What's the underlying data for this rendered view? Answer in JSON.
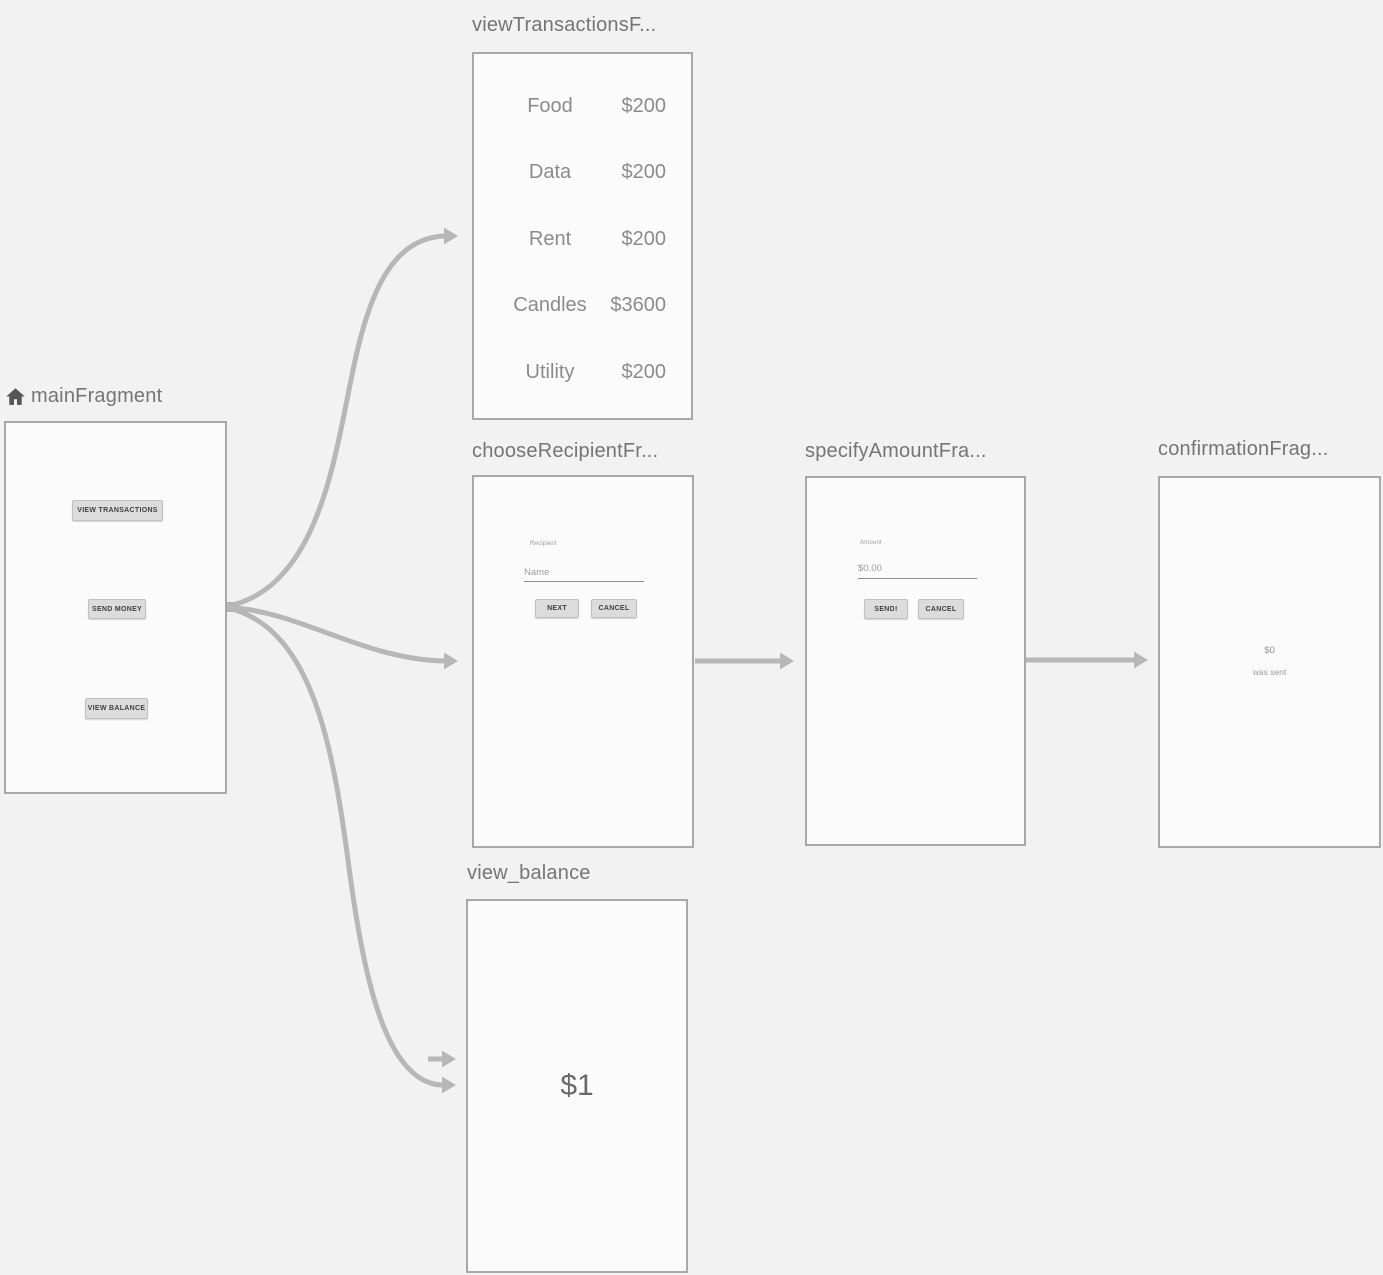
{
  "colors": {
    "background": "#f2f2f2",
    "card_background": "#fbfbfb",
    "card_border": "#a8a8a8",
    "arrow": "#b7b7b7",
    "title_text": "#757575",
    "preview_text": "#8b8b8b",
    "button_background": "#dcdcdc",
    "button_text": "#3f3f3f"
  },
  "fragments": {
    "main": {
      "title": "mainFragment",
      "icon": "home-icon",
      "buttons": {
        "view_transactions": "VIEW TRANSACTIONS",
        "send_money": "SEND MONEY",
        "view_balance": "VIEW BALANCE"
      }
    },
    "view_transactions": {
      "title": "viewTransactionsF...",
      "transactions": [
        {
          "name": "Food",
          "amount": "$200"
        },
        {
          "name": "Data",
          "amount": "$200"
        },
        {
          "name": "Rent",
          "amount": "$200"
        },
        {
          "name": "Candles",
          "amount": "$3600"
        },
        {
          "name": "Utility",
          "amount": "$200"
        }
      ]
    },
    "choose_recipient": {
      "title": "chooseRecipientFr...",
      "field_label": "Recipient",
      "field_placeholder": "Name",
      "next_button": "NEXT",
      "cancel_button": "CANCEL"
    },
    "specify_amount": {
      "title": "specifyAmountFra...",
      "field_label": "Amount",
      "field_placeholder": "$0.00",
      "send_button": "SEND!",
      "cancel_button": "CANCEL"
    },
    "confirmation": {
      "title": "confirmationFrag...",
      "amount": "$0",
      "message": "was sent"
    },
    "view_balance": {
      "title": "view_balance",
      "balance": "$1"
    }
  }
}
